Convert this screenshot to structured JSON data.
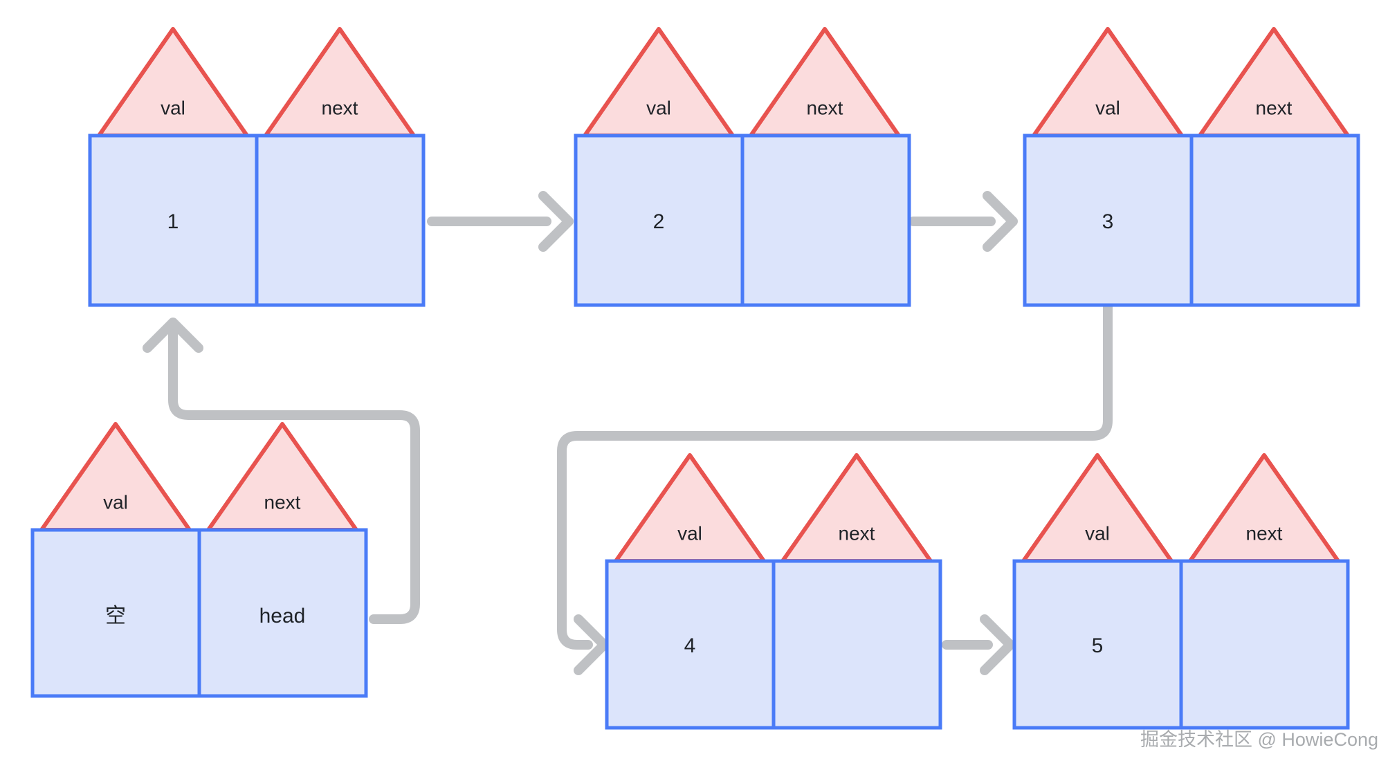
{
  "diagram": {
    "title": "linked-list-node-structure",
    "colors": {
      "box_fill": "#dce4fb",
      "box_stroke": "#4a7bf7",
      "triangle_fill": "#fbdcdd",
      "triangle_stroke": "#e8534f",
      "connector": "#bfc1c4",
      "background": "#ffffff",
      "text": "#1f2328"
    },
    "field_labels": {
      "val": "val",
      "next": "next"
    },
    "nodes": [
      {
        "id": "node-head",
        "val_label": "val",
        "next_label": "next",
        "val_value": "空",
        "next_value": "head"
      },
      {
        "id": "node-1",
        "val_label": "val",
        "next_label": "next",
        "val_value": "1",
        "next_value": ""
      },
      {
        "id": "node-2",
        "val_label": "val",
        "next_label": "next",
        "val_value": "2",
        "next_value": ""
      },
      {
        "id": "node-3",
        "val_label": "val",
        "next_label": "next",
        "val_value": "3",
        "next_value": ""
      },
      {
        "id": "node-4",
        "val_label": "val",
        "next_label": "next",
        "val_value": "4",
        "next_value": ""
      },
      {
        "id": "node-5",
        "val_label": "val",
        "next_label": "next",
        "val_value": "5",
        "next_value": ""
      }
    ],
    "edges": [
      {
        "id": "edge-head-to-1",
        "from": "node-head",
        "to": "node-1"
      },
      {
        "id": "edge-1-to-2",
        "from": "node-1",
        "to": "node-2"
      },
      {
        "id": "edge-2-to-3",
        "from": "node-2",
        "to": "node-3"
      },
      {
        "id": "edge-3-to-4",
        "from": "node-3",
        "to": "node-4"
      },
      {
        "id": "edge-4-to-5",
        "from": "node-4",
        "to": "node-5"
      }
    ]
  },
  "watermark": {
    "text": "掘金技术社区 @ HowieCong"
  }
}
